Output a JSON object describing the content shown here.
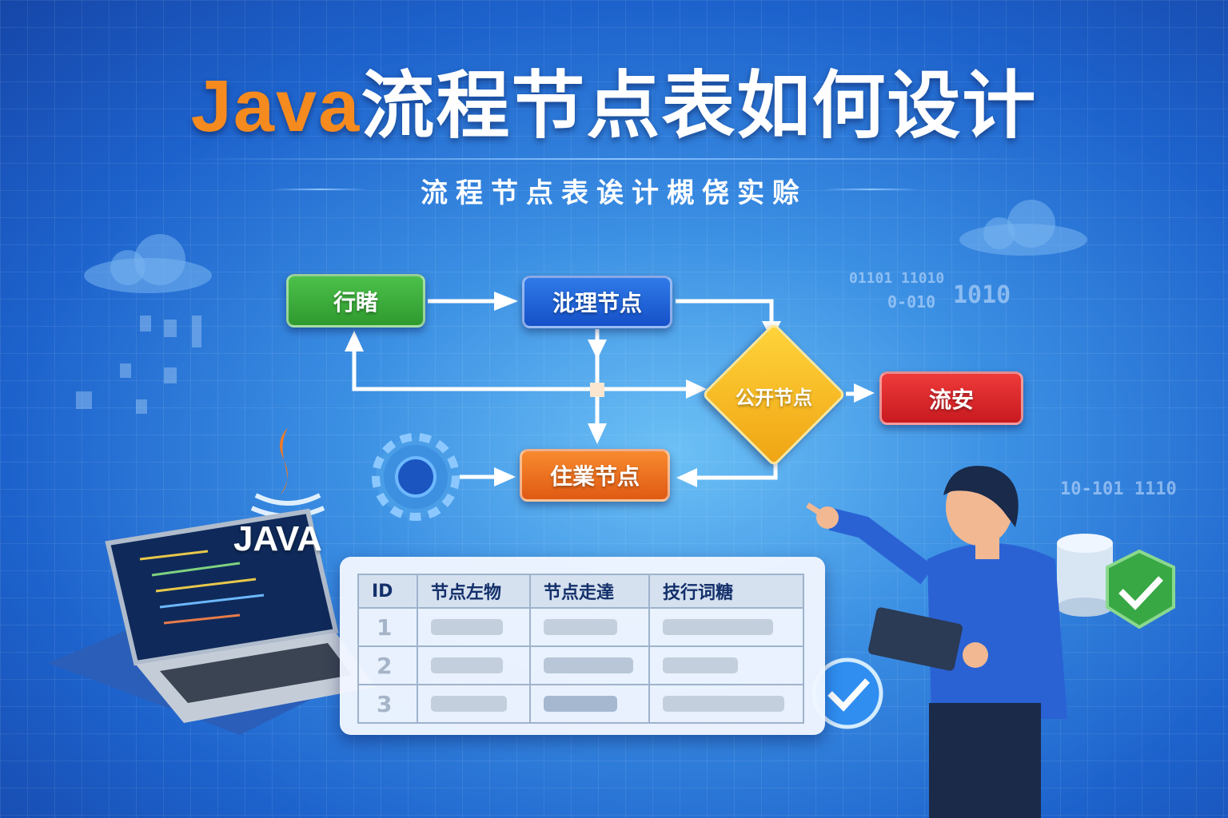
{
  "title": {
    "java": "Java",
    "rest": "流程节点表如何设计"
  },
  "subtitle": "流程节点表诶计槻侥实赊",
  "flow": {
    "start": "行睹",
    "process": "沘理节点",
    "decision": "公开节点",
    "end": "流安",
    "task": "住業节点"
  },
  "java_logo": "JAVA",
  "table": {
    "headers": [
      "ID",
      "节点左物",
      "节点走達",
      "技行词糖"
    ],
    "rows": [
      "1",
      "2",
      "3"
    ]
  },
  "binary": [
    "01101 11010",
    "0-010",
    "1010",
    "10-101 1110"
  ],
  "colors": {
    "accent": "#f58a1f",
    "start": "#3aa83a",
    "process": "#1858d0",
    "decision": "#f5b41f",
    "end": "#d8232a",
    "task": "#ee6a1c"
  }
}
